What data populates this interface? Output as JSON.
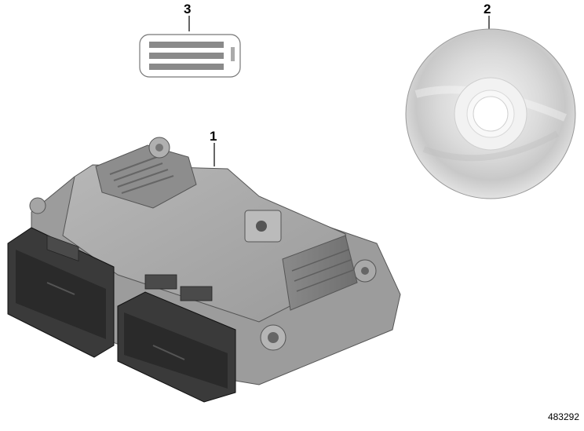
{
  "callouts": [
    {
      "number": "1",
      "part": "ecu"
    },
    {
      "number": "2",
      "part": "disc"
    },
    {
      "number": "3",
      "part": "label"
    }
  ],
  "diagram_id": "483292"
}
